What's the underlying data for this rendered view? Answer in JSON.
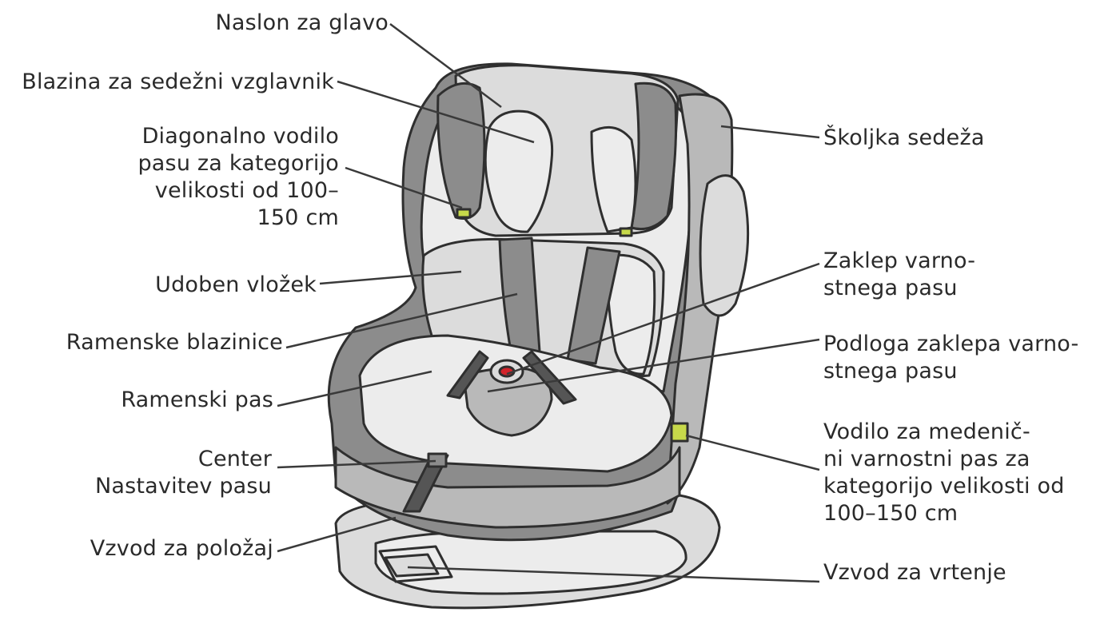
{
  "labels": {
    "headrest": "Naslon za glavo",
    "headrest_cushion": "Blazina za sedežni vzglavnik",
    "diagonal_guide": "Diagonalno vodilo\npasu za kategorijo\nvelikosti od 100–\n150 cm",
    "comfort_insert": "Udoben vložek",
    "shoulder_pads": "Ramenske blazinice",
    "shoulder_belt": "Ramenski pas",
    "center_adjust": "Center\nNastavitev pasu",
    "position_lever": "Vzvod za položaj",
    "seat_shell": "Školjka sedeža",
    "buckle": "Zaklep varno-\nstnega pasu",
    "buckle_pad": "Podloga zaklepa varno-\nstnega pasu",
    "lap_guide": "Vodilo za medenič-\nni varnostni pas za\nkategorijo velikosti od\n100–150 cm",
    "rotation_lever": "Vzvod za vrtenje"
  },
  "colors": {
    "outline": "#2f2f2f",
    "shell_dark": "#8c8c8c",
    "fabric_mid": "#b9b9b9",
    "fabric_light": "#dcdcdc",
    "fabric_pale": "#ececec",
    "accent_green": "#c7d94a",
    "buckle_red": "#d2232a"
  }
}
